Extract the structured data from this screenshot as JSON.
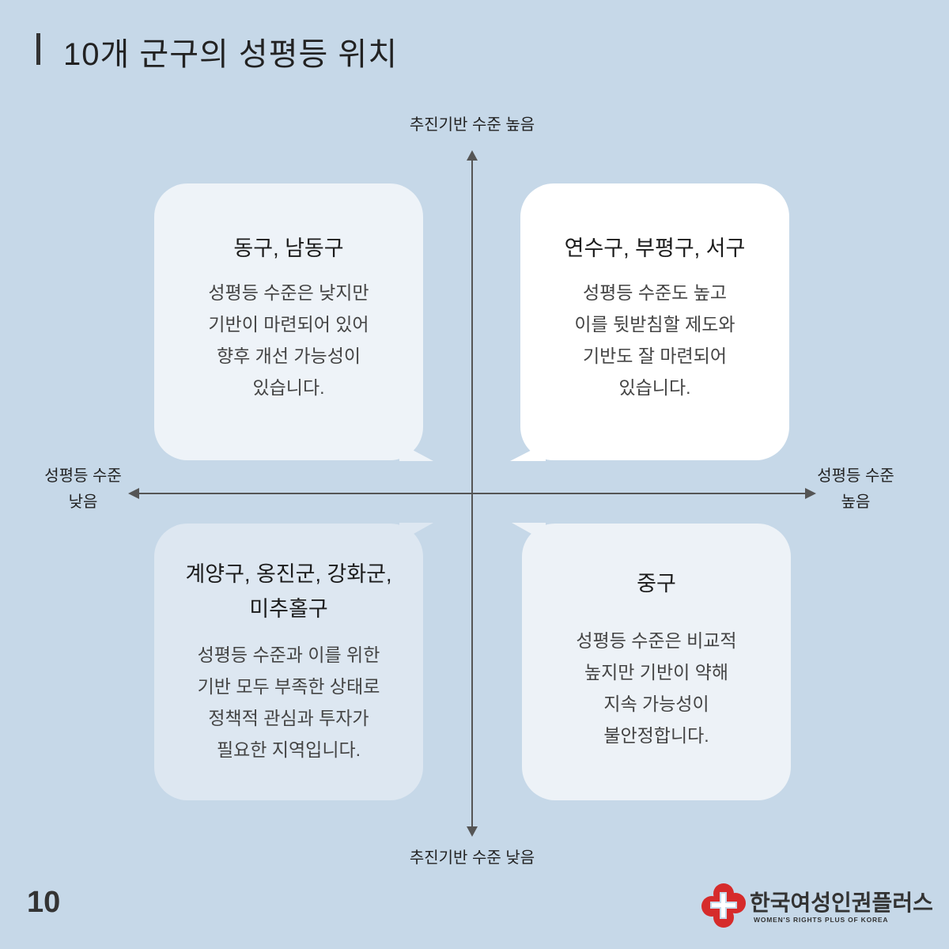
{
  "header": {
    "title": "10개 군구의 성평등 위치"
  },
  "axes": {
    "top": "추진기반 수준 높음",
    "bottom": "추진기반 수준 낮음",
    "left": [
      "성평등 수준",
      "낮음"
    ],
    "right": [
      "성평등 수준",
      "높음"
    ]
  },
  "quadrants": {
    "top_left": {
      "title": [
        "동구, 남동구"
      ],
      "lines": [
        "성평등 수준은 낮지만",
        "기반이 마련되어 있어",
        "향후 개선 가능성이",
        "있습니다."
      ]
    },
    "top_right": {
      "title": [
        "연수구, 부평구, 서구"
      ],
      "lines": [
        "성평등 수준도 높고",
        "이를 뒷받침할 제도와",
        "기반도 잘 마련되어",
        "있습니다."
      ]
    },
    "bottom_left": {
      "title": [
        "계양구, 옹진군, 강화군,",
        "미추홀구"
      ],
      "lines": [
        "성평등 수준과 이를 위한",
        "기반 모두 부족한 상태로",
        "정책적 관심과 투자가",
        "필요한 지역입니다."
      ]
    },
    "bottom_right": {
      "title": [
        "중구"
      ],
      "lines": [
        "성평등 수준은 비교적",
        "높지만 기반이 약해",
        "지속 가능성이",
        "불안정합니다."
      ]
    }
  },
  "footer": {
    "page_number": "10",
    "logo_name": "한국여성인권플러스",
    "logo_subtitle": "WOMEN'S RIGHTS PLUS OF KOREA"
  },
  "colors": {
    "background": "#c6d8e8",
    "logo_red": "#d62b2b"
  }
}
